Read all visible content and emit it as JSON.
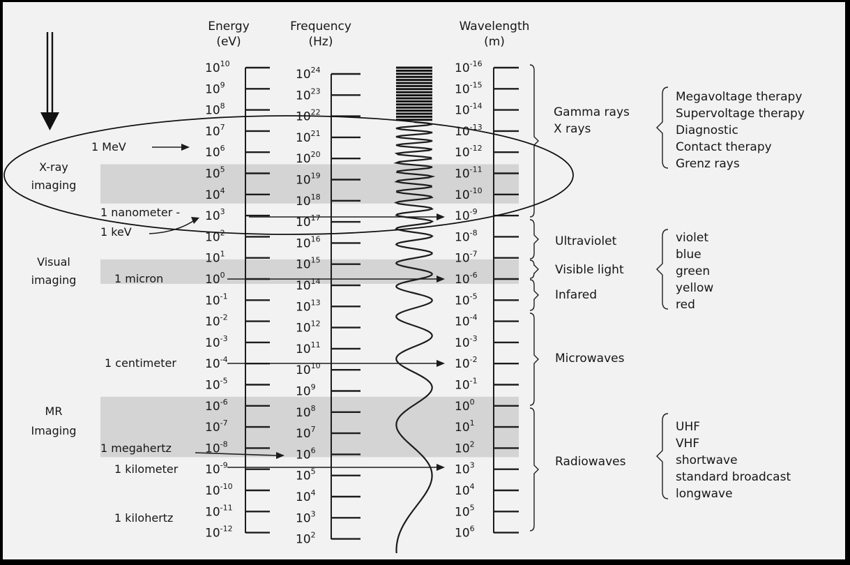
{
  "columns": {
    "energy": {
      "title": "Energy",
      "unit": "(eV)"
    },
    "frequency": {
      "title": "Frequency",
      "unit": "(Hz)"
    },
    "wavelength": {
      "title": "Wavelength",
      "unit": "(m)"
    }
  },
  "energy_exponents": [
    "10",
    "9",
    "8",
    "7",
    "6",
    "5",
    "4",
    "3",
    "2",
    "1",
    "0",
    "-1",
    "-2",
    "-3",
    "-4",
    "-5",
    "-6",
    "-7",
    "-8",
    "-9",
    "-10",
    "-11",
    "-12"
  ],
  "frequency_exponents": [
    "24",
    "23",
    "22",
    "21",
    "20",
    "19",
    "18",
    "17",
    "16",
    "15",
    "14",
    "13",
    "12",
    "11",
    "10",
    "9",
    "8",
    "7",
    "6",
    "5",
    "4",
    "3",
    "2"
  ],
  "wavelength_exponents": [
    "-16",
    "-15",
    "-14",
    "-13",
    "-12",
    "-11",
    "-10",
    "-9",
    "-8",
    "-7",
    "-6",
    "-5",
    "-4",
    "-3",
    "-2",
    "-1",
    "0",
    "1",
    "2",
    "3",
    "4",
    "5",
    "6"
  ],
  "left_markers": [
    {
      "text": "1 MeV",
      "at_index": 4
    },
    {
      "text": "1 nanometer -",
      "at_index": 7
    },
    {
      "text": "1 keV",
      "at_index": 8
    },
    {
      "text": "1 micron",
      "at_index": 10
    },
    {
      "text": "1 centimeter",
      "at_index": 14
    },
    {
      "text": "1 megahertz",
      "at_index": 18
    },
    {
      "text": "1 kilometer",
      "at_index": 19
    },
    {
      "text": "1 kilohertz",
      "at_index": 21
    }
  ],
  "imaging_regions": [
    {
      "line1": "X-ray",
      "line2": "imaging",
      "from_index": 5,
      "to_index": 6
    },
    {
      "line1": "Visual",
      "line2": "imaging",
      "from_index": 9.5,
      "to_index": 9.8
    },
    {
      "line1": "MR",
      "line2": "Imaging",
      "from_index": 16,
      "to_index": 18
    }
  ],
  "categories": [
    {
      "name": "Gamma rays",
      "subs": [
        "Megavoltage therapy",
        "Supervoltage therapy",
        "Diagnostic",
        "Contact therapy",
        "Grenz rays"
      ]
    },
    {
      "name": "X rays",
      "subs": []
    },
    {
      "name": "Ultraviolet",
      "subs": []
    },
    {
      "name": "Visible light",
      "subs": [
        "violet",
        "blue",
        "green",
        "yellow",
        "red"
      ]
    },
    {
      "name": "Infared",
      "subs": []
    },
    {
      "name": "Microwaves",
      "subs": []
    },
    {
      "name": "Radiowaves",
      "subs": [
        "UHF",
        "VHF",
        "shortwave",
        "standard broadcast",
        "longwave"
      ]
    }
  ],
  "tick_base": "10"
}
